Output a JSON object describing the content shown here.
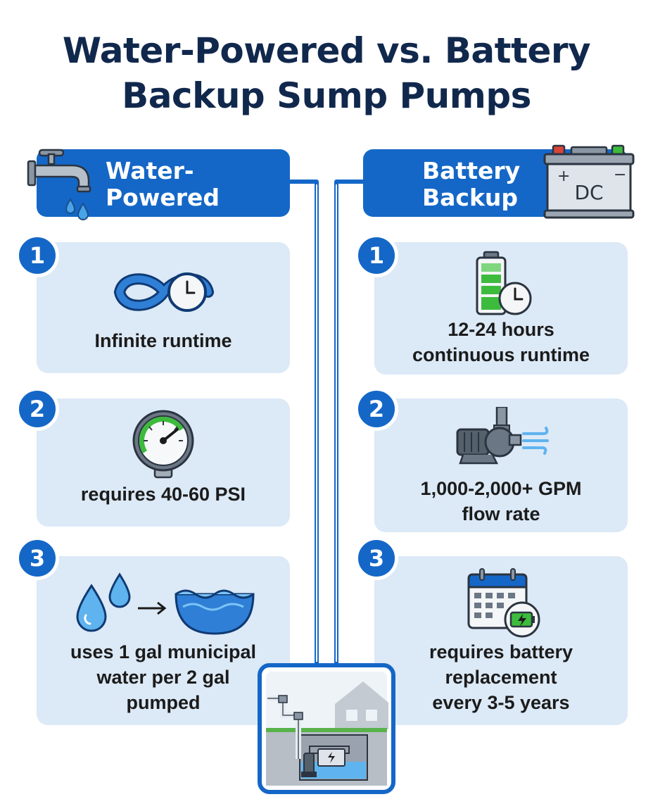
{
  "title": {
    "line1": "Water-Powered vs. Battery",
    "line2": "Backup Sump Pumps"
  },
  "left": {
    "header": {
      "line1": "Water-",
      "line2": "Powered"
    },
    "items": [
      {
        "number": "1",
        "lines": [
          "Infinite runtime"
        ]
      },
      {
        "number": "2",
        "lines": [
          "requires 40-60 PSI"
        ]
      },
      {
        "number": "3",
        "lines": [
          "uses 1 gal municipal",
          "water per 2 gal",
          "pumped"
        ]
      }
    ]
  },
  "right": {
    "header": {
      "line1": "Battery",
      "line2": "Backup"
    },
    "battery_label": "DC",
    "items": [
      {
        "number": "1",
        "lines": [
          "12-24 hours",
          "continuous runtime"
        ]
      },
      {
        "number": "2",
        "lines": [
          "1,000-2,000+ GPM",
          "flow rate"
        ]
      },
      {
        "number": "3",
        "lines": [
          "requires battery",
          "replacement",
          "every 3-5 years"
        ]
      }
    ]
  },
  "colors": {
    "primary_blue": "#1467c7",
    "navy": "#11284d",
    "card_bg": "#dce9f6",
    "battery_green": "#3dbb3d"
  },
  "icons": [
    "faucet-icon",
    "dc-battery-icon",
    "infinity-clock-icon",
    "pressure-gauge-icon",
    "water-drops-to-basin-icon",
    "battery-clock-icon",
    "pump-flow-icon",
    "calendar-battery-icon",
    "sump-pit-scene-icon"
  ]
}
